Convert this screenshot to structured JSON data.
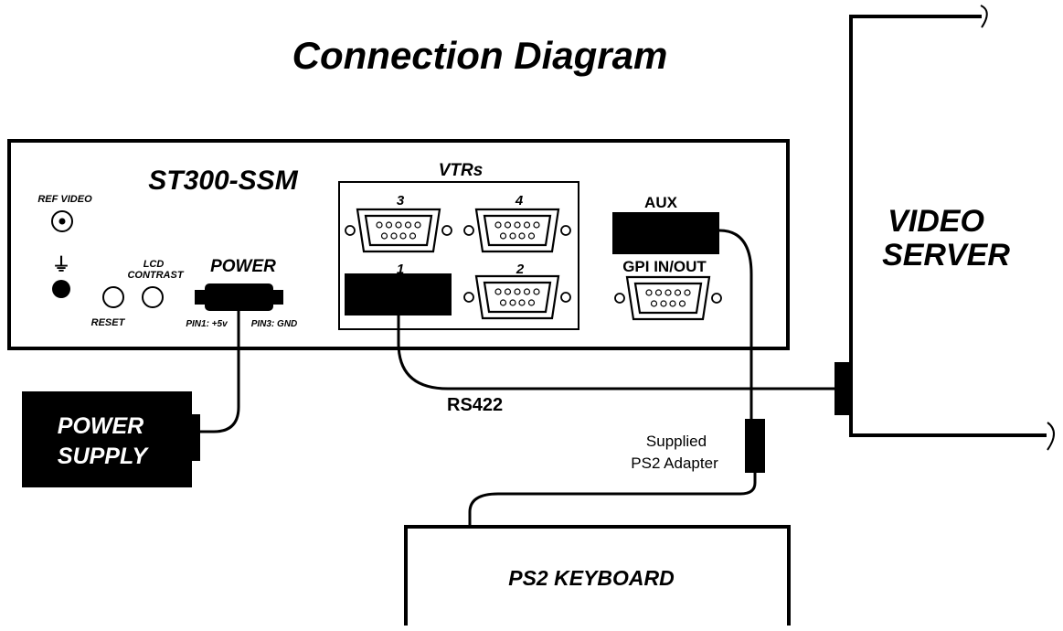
{
  "title": "Connection Diagram",
  "device": {
    "name": "ST300-SSM",
    "ref_video_label": "REF VIDEO",
    "ground_symbol": "⏚",
    "lcd_label_1": "LCD",
    "lcd_label_2": "CONTRAST",
    "reset_label": "RESET",
    "power_label": "POWER",
    "pin1_label": "PIN1: +5v",
    "pin3_label": "PIN3: GND",
    "vtrs_label": "VTRs",
    "port_labels": [
      "3",
      "4",
      "1",
      "2"
    ],
    "aux_label": "AUX",
    "gpi_label": "GPI IN/OUT"
  },
  "video_server": {
    "line1": "VIDEO",
    "line2": "SERVER"
  },
  "power_supply": {
    "line1": "POWER",
    "line2": "SUPPLY"
  },
  "cables": {
    "rs422_label": "RS422",
    "adapter_line1": "Supplied",
    "adapter_line2": "PS2 Adapter"
  },
  "keyboard": {
    "label": "PS2 KEYBOARD"
  },
  "colors": {
    "ink": "#000000",
    "background": "#ffffff"
  }
}
